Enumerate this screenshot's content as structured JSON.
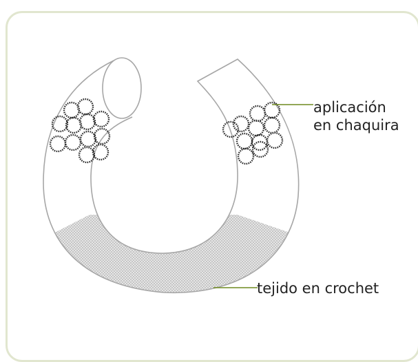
{
  "labels": {
    "beads_line1": "aplicación",
    "beads_line2": "en chaquira",
    "crochet": "tejido en crochet"
  },
  "colors": {
    "frame": "#e1e6cf",
    "outline": "#a6a6a6",
    "leader_line": "#6f8a1f",
    "crochet_fill": "#bdbdbd",
    "beads": "#2b2b2b"
  },
  "icons": {
    "bead_ring": "chain-circle-icon"
  }
}
